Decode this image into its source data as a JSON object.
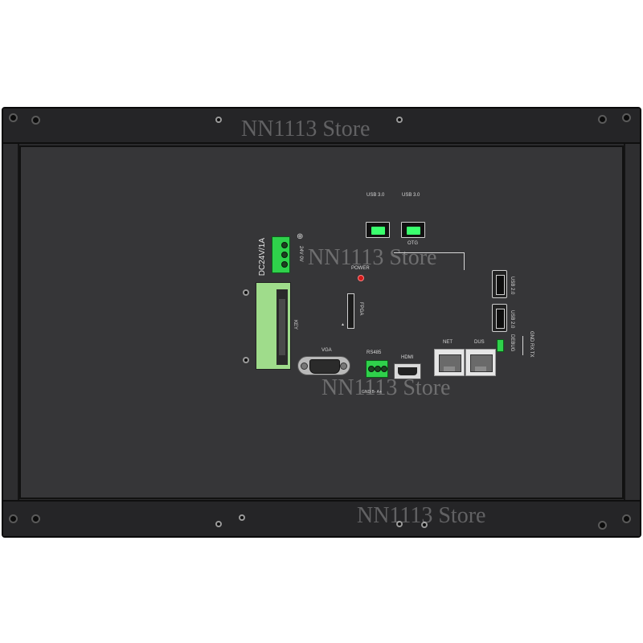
{
  "watermarks": {
    "top": "NN1113 Store",
    "middle": "NN1113 Store",
    "center": "NN1113 Store",
    "bottom": "NN1113 Store"
  },
  "ports": {
    "usb30_left": "USB 3.0",
    "usb30_right": "USB 3.0",
    "otg": "OTG",
    "power": "POWER",
    "fpga": "FPGA",
    "key": "KEY",
    "vga": "VGA",
    "rs485": "RS485",
    "hdmi": "HDMI",
    "net": "NET",
    "dus": "DUS",
    "usb20_top": "USB 2.0",
    "usb20_bottom": "USB 2.0",
    "debug": "DEBUG",
    "dc_input": "DC24V/1A",
    "dc_side": "24V 0V",
    "rs485_pins": "GND B- A+",
    "uart_side": "GND RX TX"
  },
  "colors": {
    "chassis": "#2b2b2d",
    "panel": "#363638",
    "terminal_green": "#2fd14b",
    "usb_tongue": "#3aff6d",
    "power_led": "#d21a1a"
  }
}
